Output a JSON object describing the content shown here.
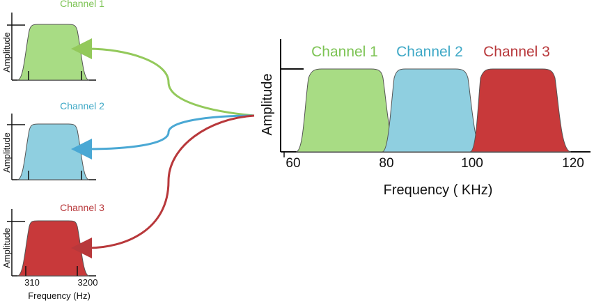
{
  "colors": {
    "channel1_fill": "#a8dc84",
    "channel2_fill": "#8fcfe0",
    "channel3_fill": "#c8393a",
    "channel1_text": "#7cc353",
    "channel2_text": "#3ea8c6",
    "channel3_text": "#b8383b",
    "axis": "#111111",
    "shape_outline": "#555555"
  },
  "small_panels": [
    {
      "title": "Channel 1",
      "ylabel": "Amplitude"
    },
    {
      "title": "Channel 2",
      "ylabel": "Amplitude"
    },
    {
      "title": "Channel 3",
      "ylabel": "Amplitude",
      "ticks": [
        "310",
        "3200"
      ],
      "xlabel": "Frequency (Hz)"
    }
  ],
  "main_chart": {
    "legend": [
      "Channel 1",
      "Channel 2",
      "Channel 3"
    ],
    "ylabel": "Amplitude",
    "xlabel": "Frequency ( KHz)",
    "ticks": [
      "60",
      "80",
      "100",
      "120"
    ]
  },
  "arrows": [
    {
      "from": "main-chart",
      "to": "channel-1-panel",
      "color": "#93c95b"
    },
    {
      "from": "main-chart",
      "to": "channel-2-panel",
      "color": "#4aa8d4"
    },
    {
      "from": "main-chart",
      "to": "channel-3-panel",
      "color": "#b8383b"
    }
  ]
}
